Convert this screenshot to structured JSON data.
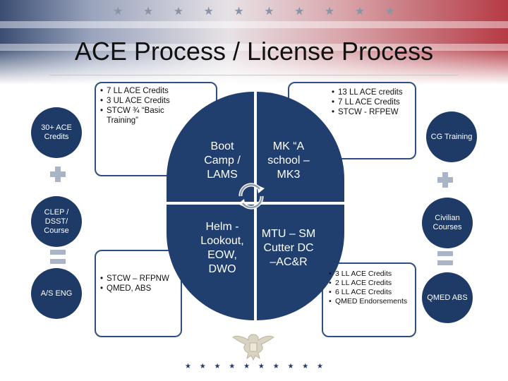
{
  "title": "ACE Process / License Process",
  "left_column": {
    "top_circle": "30+ ACE Credits",
    "middle_circle": "CLEP / DSST/ Course",
    "bottom_circle": "A/S ENG"
  },
  "right_column": {
    "top_circle": "CG Training",
    "middle_circle": "Civilian Courses",
    "bottom_circle": "QMED ABS"
  },
  "top_left_bullets": [
    "7 LL ACE Credits",
    "3 UL ACE Credits",
    "STCW ¾ “Basic Training”"
  ],
  "top_right_bullets": [
    "13 LL ACE credits",
    "7 LL ACE Credits",
    "STCW - RFPEW"
  ],
  "bottom_left_bullets": [
    "STCW – RFPNW",
    "QMED, ABS"
  ],
  "bottom_right_bullets": [
    "3 LL ACE Credits",
    "2 LL ACE Credits",
    "6 LL ACE Credits",
    "QMED Endorsements"
  ],
  "quadrants": {
    "top_left": "Boot Camp / LAMS",
    "top_right": "MK “A school – MK3",
    "bottom_left": "Helm - Lookout, EOW, DWO",
    "bottom_right": "MTU – SM Cutter DC –AC&R"
  },
  "colors": {
    "navy": "#203f6e",
    "outline": "#2d4f86",
    "symbol": "#a9b4c6"
  },
  "icons": [
    "star-icon",
    "cycle-arrows-icon",
    "eagle-seal-icon"
  ]
}
